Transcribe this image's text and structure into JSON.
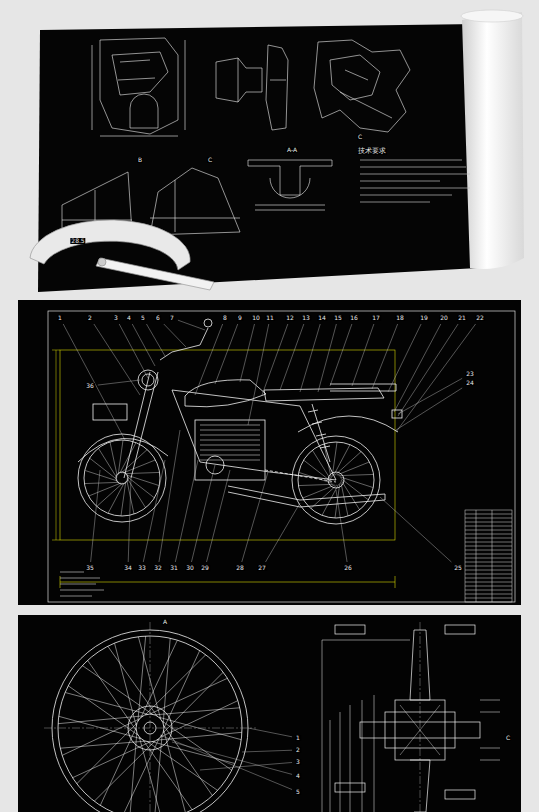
{
  "diagram": {
    "labels": [
      "B",
      "C",
      "A-A",
      "C",
      "技术要求",
      "28.5",
      "1",
      "2",
      "3",
      "4",
      "5",
      "6",
      "7",
      "8",
      "9",
      "10",
      "11",
      "12",
      "13",
      "14",
      "15",
      "16",
      "17",
      "18",
      "19",
      "20",
      "21",
      "22",
      "23",
      "24",
      "25",
      "26",
      "27",
      "28",
      "29",
      "30",
      "31",
      "32",
      "33",
      "34",
      "35",
      "36",
      "A",
      "1",
      "2",
      "3",
      "4",
      "5",
      "C"
    ]
  }
}
